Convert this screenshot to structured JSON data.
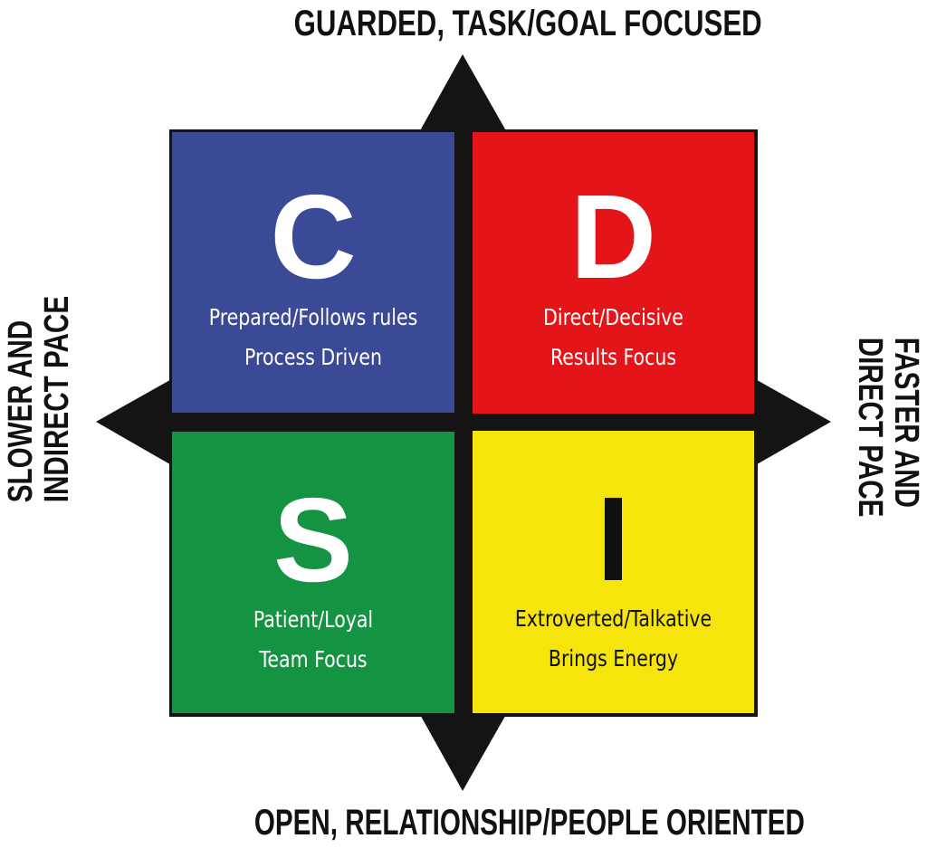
{
  "axes": {
    "top": "GUARDED, TASK/GOAL FOCUSED",
    "bottom": "OPEN, RELATIONSHIP/PEOPLE ORIENTED",
    "left": {
      "line1": "SLOWER AND",
      "line2": "INDIRECT PACE"
    },
    "right": {
      "line1": "FASTER AND",
      "line2": "DIRECT PACE"
    }
  },
  "quadrants": {
    "c": {
      "letter": "C",
      "line1": "Prepared/Follows rules",
      "line2": "Process Driven",
      "color": "#3a4a96",
      "position": "top-left"
    },
    "d": {
      "letter": "D",
      "line1": "Direct/Decisive",
      "line2": "Results Focus",
      "color": "#e51418",
      "position": "top-right"
    },
    "s": {
      "letter": "S",
      "line1": "Patient/Loyal",
      "line2": "Team Focus",
      "color": "#149442",
      "position": "bottom-left"
    },
    "i": {
      "letter": "I",
      "line1": "Extroverted/Talkative",
      "line2": "Brings Energy",
      "color": "#f5e50a",
      "position": "bottom-right"
    }
  },
  "colors": {
    "arrows": "#141414",
    "background": "#ffffff"
  }
}
